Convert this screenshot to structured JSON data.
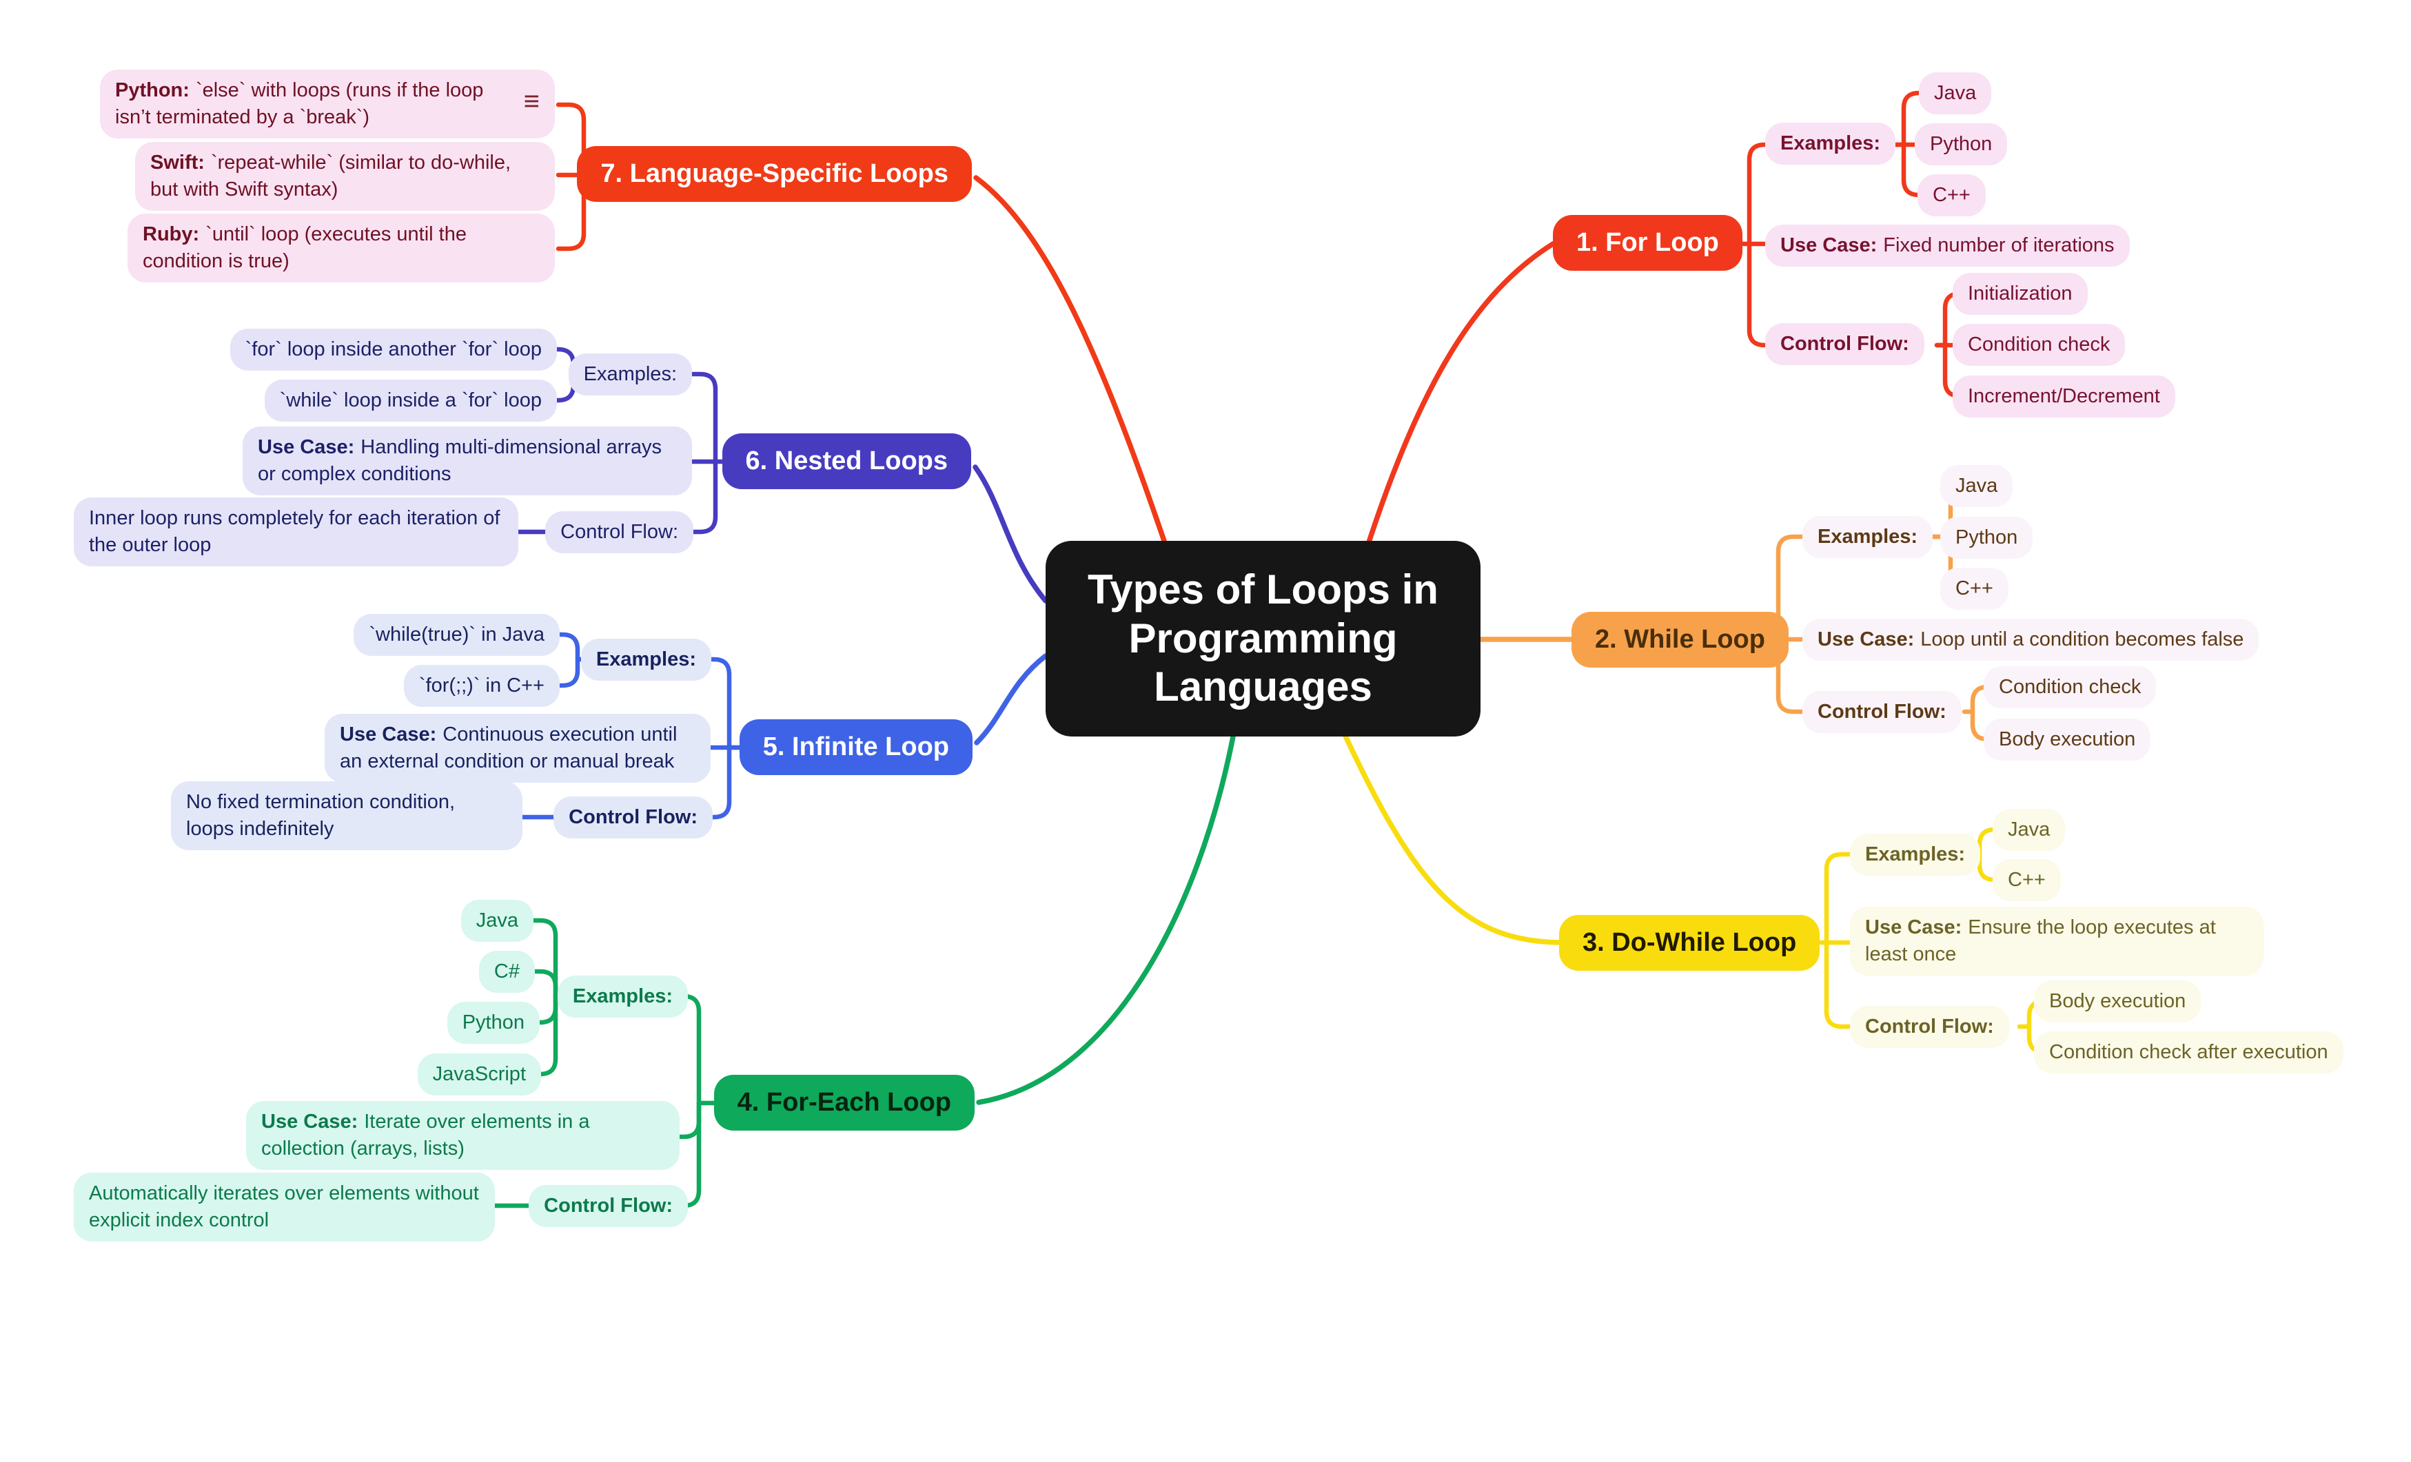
{
  "title": "Types of Loops in Programming Languages",
  "colors": {
    "center": "#161616",
    "for_loop": "#f1381d",
    "while_loop": "#f7a24b",
    "do_while_loop": "#f9dc0e",
    "for_each_loop": "#0fa95c",
    "infinite_loop": "#3f63e6",
    "nested_loops": "#473cc0",
    "language_specific_loops": "#f13a16"
  },
  "labels": {
    "examples": "Examples:",
    "use_case": "Use Case:",
    "control_flow": "Control Flow:"
  },
  "icons": {
    "notes": "≡"
  },
  "branches": {
    "for_loop": {
      "label": "1. For Loop",
      "examples": [
        "Java",
        "Python",
        "C++"
      ],
      "use_case": "Fixed number of iterations",
      "control_flow": [
        "Initialization",
        "Condition check",
        "Increment/Decrement"
      ]
    },
    "while_loop": {
      "label": "2. While Loop",
      "examples": [
        "Java",
        "Python",
        "C++"
      ],
      "use_case": "Loop until a condition becomes false",
      "control_flow": [
        "Condition check",
        "Body execution"
      ]
    },
    "do_while_loop": {
      "label": "3. Do-While Loop",
      "examples": [
        "Java",
        "C++"
      ],
      "use_case": "Ensure the loop executes at least once",
      "control_flow": [
        "Body execution",
        "Condition check after execution"
      ]
    },
    "for_each_loop": {
      "label": "4. For-Each Loop",
      "examples": [
        "Java",
        "C#",
        "Python",
        "JavaScript"
      ],
      "use_case": "Iterate over elements in a collection (arrays, lists)",
      "control_flow_note": "Automatically iterates over elements without explicit index control"
    },
    "infinite_loop": {
      "label": "5. Infinite Loop",
      "examples": [
        "`while(true)` in Java",
        "`for(;;)` in C++"
      ],
      "use_case": "Continuous execution until an external condition or manual break",
      "control_flow_note": "No fixed termination condition, loops indefinitely"
    },
    "nested_loops": {
      "label": "6. Nested Loops",
      "examples": [
        "`for` loop inside another `for` loop",
        "`while` loop inside a `for` loop"
      ],
      "use_case": "Handling multi-dimensional arrays or complex conditions",
      "control_flow_note": "Inner loop runs completely for each iteration of the outer loop"
    },
    "language_specific_loops": {
      "label": "7. Language-Specific Loops",
      "items": [
        {
          "prefix": "Python:",
          "text": "`else` with loops (runs if the loop isn’t terminated by a `break`)"
        },
        {
          "prefix": "Swift:",
          "text": "`repeat-while` (similar to do-while, but with Swift syntax)"
        },
        {
          "prefix": "Ruby:",
          "text": "`until` loop (executes until the condition is true)"
        }
      ]
    }
  }
}
